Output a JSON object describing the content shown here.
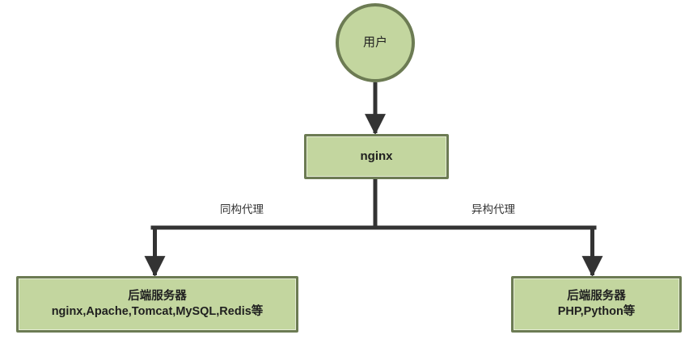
{
  "diagram": {
    "title": "nginx proxy architecture",
    "colors": {
      "node_fill": "#c3d69f",
      "node_border": "#6c7b53",
      "edge": "#333333",
      "text": "#1f1f1f",
      "background": "#ffffff"
    },
    "nodes": [
      {
        "id": "user",
        "shape": "circle",
        "label": "用户",
        "lines": [
          "用户"
        ]
      },
      {
        "id": "nginx",
        "shape": "rectangle",
        "label": "nginx",
        "lines": [
          "nginx"
        ]
      },
      {
        "id": "backend_left",
        "shape": "rectangle",
        "label": "后端服务器 nginx,Apache,Tomcat,MySQL,Redis等",
        "lines": [
          "后端服务器",
          "nginx,Apache,Tomcat,MySQL,Redis等"
        ]
      },
      {
        "id": "backend_right",
        "shape": "rectangle",
        "label": "后端服务器 PHP,Python等",
        "lines": [
          "后端服务器",
          "PHP,Python等"
        ]
      }
    ],
    "edges": [
      {
        "id": "user-to-nginx",
        "from": "user",
        "to": "nginx",
        "label": "",
        "arrow": true
      },
      {
        "id": "nginx-to-backend-left",
        "from": "nginx",
        "to": "backend_left",
        "label": "同构代理",
        "arrow": true
      },
      {
        "id": "nginx-to-backend-right",
        "from": "nginx",
        "to": "backend_right",
        "label": "异构代理",
        "arrow": true
      }
    ]
  }
}
